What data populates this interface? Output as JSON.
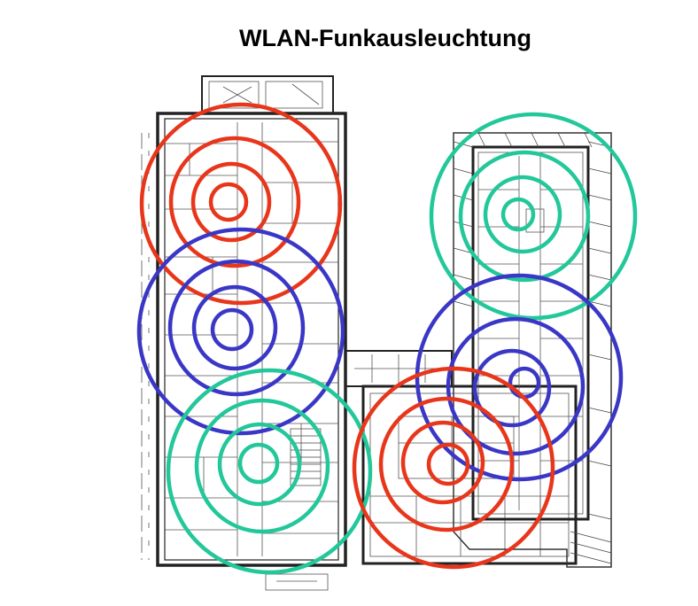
{
  "title": "WLAN-Funkausleuchtung",
  "colors": {
    "red": "#e8361b",
    "blue": "#3a37c6",
    "teal": "#22c79a",
    "wall": "#222222"
  },
  "access_points": [
    {
      "id": "ap-1",
      "color": "red",
      "rings": 4
    },
    {
      "id": "ap-2",
      "color": "blue",
      "rings": 4
    },
    {
      "id": "ap-3",
      "color": "teal",
      "rings": 4
    },
    {
      "id": "ap-4",
      "color": "teal",
      "rings": 4
    },
    {
      "id": "ap-5",
      "color": "blue",
      "rings": 4
    },
    {
      "id": "ap-6",
      "color": "red",
      "rings": 4
    }
  ]
}
